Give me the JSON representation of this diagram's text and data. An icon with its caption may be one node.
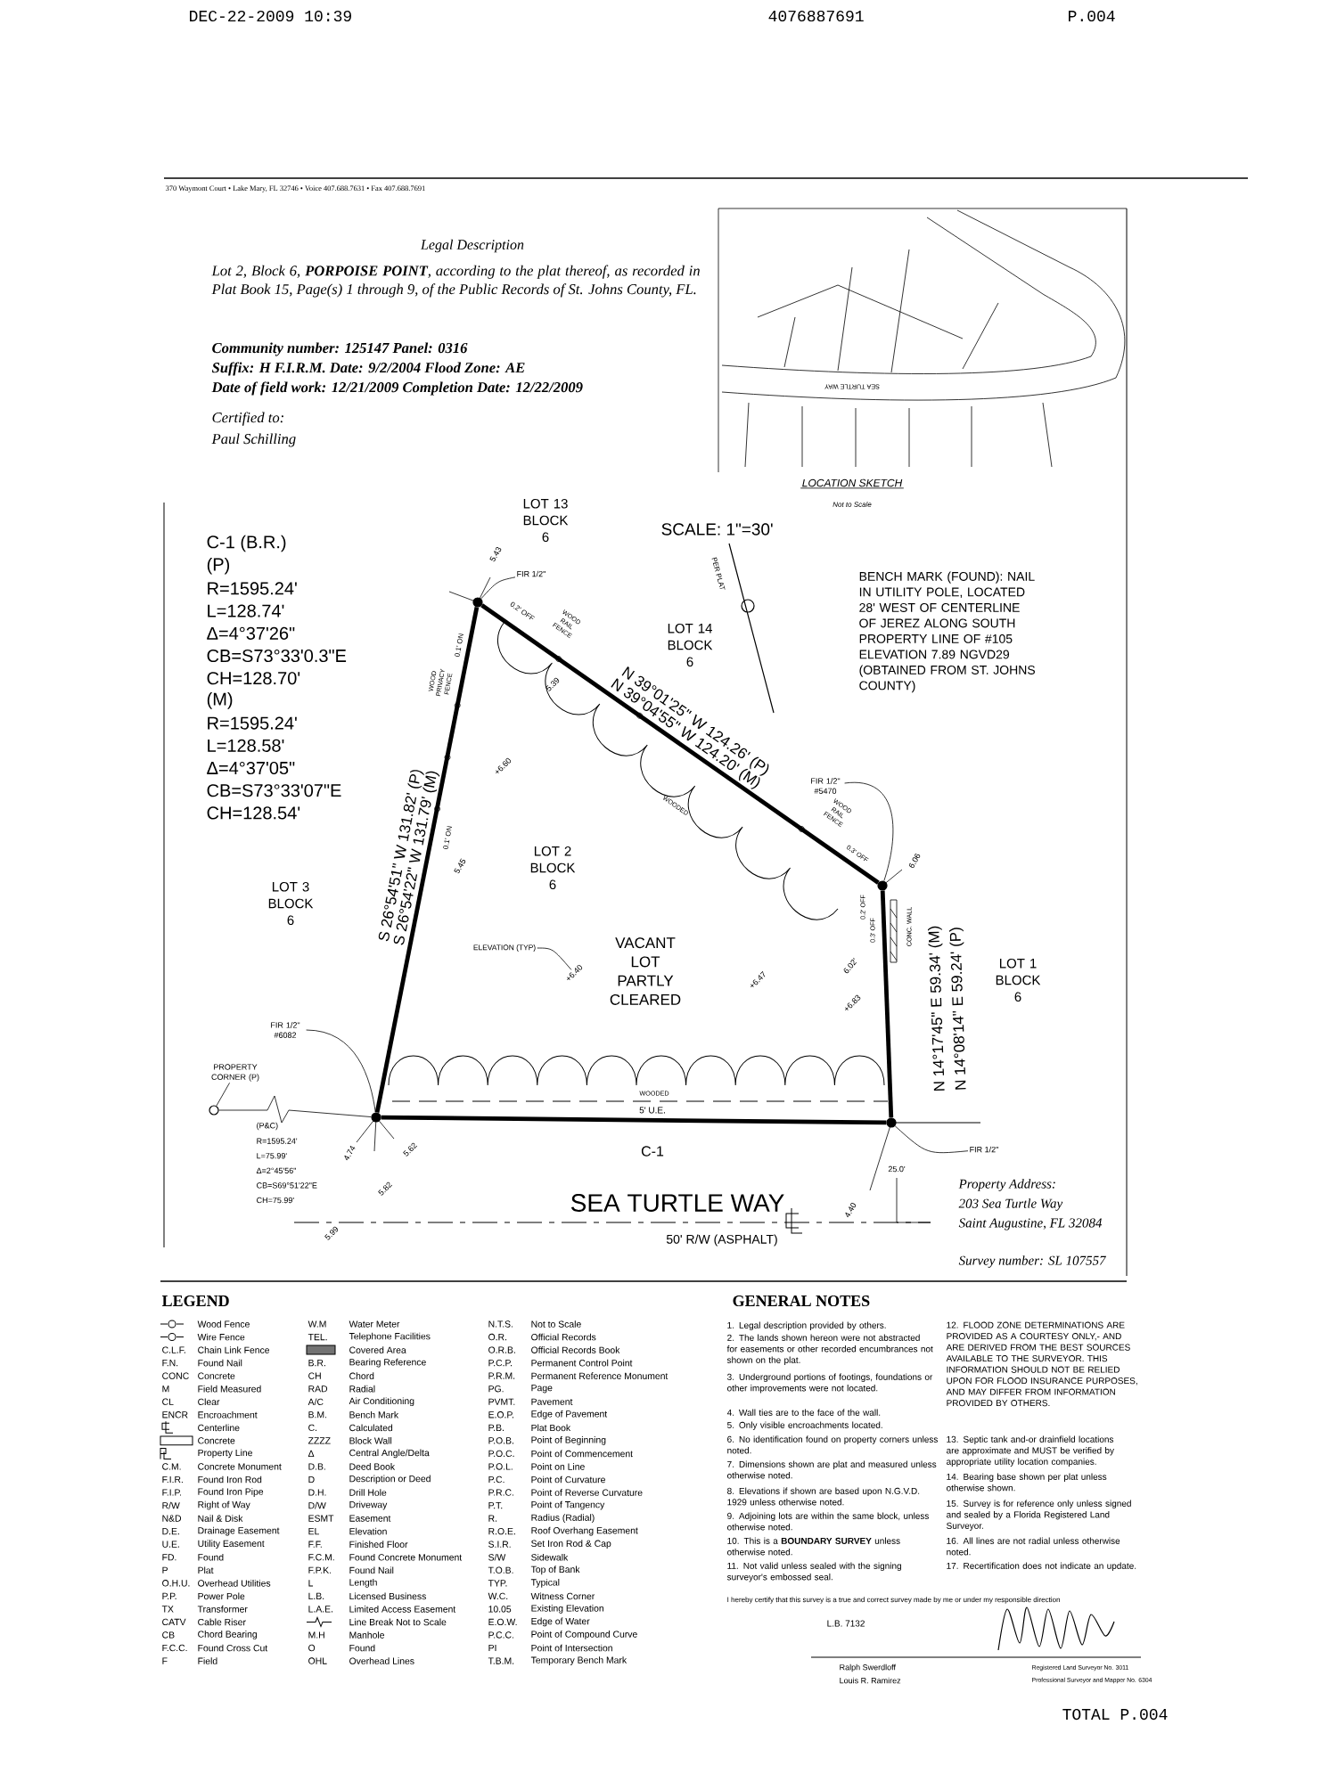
{
  "diagram": {
    "nodes": [
      {
        "text": [],
        "shape": "circle"
      },
      {
        "text": [],
        "shape": "circle"
      },
      {
        "text": [],
        "shape": "circle"
      },
      {
        "text": [],
        "shape": "circle"
      },
      {
        "text": [],
        "shape": "circle"
      },
      {
        "text": [
          "FIR 1/2\""
        ]
      },
      {
        "text": [
          "FIR 1/2\" #5470"
        ]
      },
      {
        "text": [
          "FIR 1/2\""
        ]
      },
      {
        "text": [
          "FIR 1/2\" #6082"
        ]
      },
      {
        "text": [
          "PROPERTY CORNER (P)"
        ]
      },
      {
        "text": [
          "ELEVATION (TYP)"
        ]
      },
      {
        "text": [
          "+6.40"
        ]
      }
    ],
    "edges": [
      {
        "from": 0,
        "to": 1,
        "arrow": "none",
        "style": "thick"
      },
      {
        "from": 1,
        "to": 2,
        "arrow": "none",
        "style": "thick"
      },
      {
        "from": 2,
        "to": 3,
        "arrow": "none",
        "style": "thick"
      },
      {
        "from": 3,
        "to": 0,
        "arrow": "none",
        "style": "thick"
      },
      {
        "from": 4,
        "to": 3,
        "arrow": "none"
      },
      {
        "from": 5,
        "to": 0,
        "arrow": "none"
      },
      {
        "from": 6,
        "to": 1,
        "arrow": "none"
      },
      {
        "from": 7,
        "to": 2,
        "arrow": "none"
      },
      {
        "from": 8,
        "to": 3,
        "arrow": "none"
      },
      {
        "from": 9,
        "to": 4,
        "arrow": "none"
      },
      {
        "from": 10,
        "to": 11,
        "arrow": "none"
      }
    ],
    "labels": [
      "DEC-22-2009 10:39",
      "4076887691",
      "P.004",
      "370 Waymont Court • Lake Mary, FL 32746 • Voice 407.688.7631 • Fax 407.688.7691",
      "Legal Description",
      "Lot 2, Block 6, **PORPOISE POINT**, according to the plat thereof, as recorded in Plat Book 15, Page(s) 1 through 9, of the Public Records of St. Johns County, FL.",
      "Community number: 125147 Panel: 0316",
      "Suffix: H F.I.R.M. Date: 9/2/2004 Flood Zone: AE",
      "Date of field work: 12/21/2009 Completion Date: 12/22/2009",
      "Certified to:",
      "Paul Schilling",
      "SEA TURTLE WAY",
      "LOCATION SKETCH",
      "Not to Scale",
      "C-1 (B.R.)",
      "(P)",
      "R=1595.24'",
      "L=128.74'",
      "Δ=4°37'26\"",
      "CB=S73°33'0.3\"E",
      "CH=128.70'",
      "(M)",
      "R=1595.24'",
      "L=128.58'",
      "Δ=4°37'05\"",
      "CB=S73°33'07\"E",
      "CH=128.54'",
      "LOT 13 BLOCK 6",
      "SCALE: 1\"=30'",
      "PER PLAT",
      "LOT 14 BLOCK 6",
      "BENCH MARK (FOUND): NAIL IN UTILITY POLE, LOCATED 28' WEST OF CENTERLINE OF JEREZ ALONG SOUTH PROPERTY LINE OF #105 ELEVATION 7.89 NGVD29 (OBTAINED FROM ST. JOHNS COUNTY)",
      "5.43",
      "0.1' ON",
      "0.2' OFF",
      "WOOD RAIL FENCE",
      "WOOD PRIVACY FENCE",
      "5.39",
      "N 39°01'25\" W 124.26' (P)",
      "N 39°04'55\" W 124.20' (M)",
      "WOODED",
      "+6.60",
      "S 26°54'51\" W 131.82' (P)",
      "S 26°54'22\" W 131.79' (M)",
      "0.1' ON",
      "5.45",
      "LOT 2 BLOCK 6",
      "LOT 3 BLOCK 6",
      "VACANT LOT PARTLY CLEARED",
      "+6.47",
      "WOOD RAIL FENCE",
      "0.3' OFF",
      "6.06",
      "0.2' OFF",
      "0.3' OFF",
      "CONC. WALL",
      "6.02'",
      "+6.83",
      "N 14°17'45\" E 59.34' (M)",
      "N 14°08'14\" E 59.24' (P)",
      "LOT 1 BLOCK 6",
      "WOODED",
      "5' U.E.",
      "C-1",
      "(P&C)",
      "R=1595.24'",
      "L=75.99'",
      "Δ=2°45'56\"",
      "CB=S69°51'22\"E",
      "CH=75.99'",
      "4.74",
      "5.62",
      "5.82",
      "5.99",
      "SEA TURTLE WAY",
      "50' R/W (ASPHALT)",
      "25.0'",
      "4.40",
      "Property Address:",
      "203 Sea Turtle Way",
      "Saint Augustine, FL 32084",
      "Survey number: SL 107557",
      "LEGEND",
      "W.M",
      "Water Meter",
      "N.T.S.",
      "Not to Scale",
      "TEL.",
      "Telephone Facilities",
      "O.R.",
      "Official Records",
      "C.L.F.",
      "Chain Link Fence",
      "O.R.B.",
      "Official Records Book",
      "F.N.",
      "Found Nail",
      "B.R.",
      "Bearing Reference",
      "P.C.P.",
      "Permanent Control Point",
      "CONC",
      "Concrete",
      "CH",
      "Chord",
      "P.R.M.",
      "Permanent Reference Monument",
      "M",
      "Field Measured",
      "RAD",
      "Radial",
      "PG.",
      "Page",
      "CL",
      "Clear",
      "A/C",
      "Air Conditioning",
      "PVMT.",
      "Pavement",
      "ENCR",
      "Encroachment",
      "B.M.",
      "Bench Mark",
      "E.O.P.",
      "Edge of Pavement",
      "C.",
      "Calculated",
      "P.B.",
      "Plat Book",
      "ZZZZ",
      "Block Wall",
      "P.O.B.",
      "Point of Beginning",
      "Δ",
      "Central Angle/Delta",
      "P.O.C.",
      "Point of Commencement",
      "C.M.",
      "Concrete Monument",
      "D.B.",
      "Deed Book",
      "P.O.L.",
      "Point on Line",
      "F.I.R.",
      "Found Iron Rod",
      "D",
      "Description or Deed",
      "P.C.",
      "Point of Curvature",
      "F.I.P.",
      "Found Iron Pipe",
      "D.H.",
      "Drill Hole",
      "P.R.C.",
      "Point of Reverse Curvature",
      "R/W",
      "Right of Way",
      "D/W",
      "Driveway",
      "P.T.",
      "Point of Tangency",
      "N&D",
      "Nail & Disk",
      "ESMT",
      "Easement",
      "R.",
      "Radius (Radial)",
      "D.E.",
      "Drainage Easement",
      "EL",
      "Elevation",
      "R.O.E.",
      "Roof Overhang Easement",
      "U.E.",
      "Utility Easement",
      "F.F.",
      "Finished Floor",
      "S.I.R.",
      "Set Iron Rod & Cap",
      "FD.",
      "Found",
      "F.C.M.",
      "Found Concrete Monument",
      "S/W",
      "Sidewalk",
      "P",
      "Plat",
      "F.P.K.",
      "Found Nail",
      "T.O.B.",
      "Top of Bank",
      "O.H.U.",
      "Overhead Utilities",
      "L",
      "Length",
      "TYP.",
      "Typical",
      "P.P.",
      "Power Pole",
      "L.B.",
      "Licensed Business",
      "W.C.",
      "Witness Corner",
      "TX",
      "Transformer",
      "L.A.E.",
      "Limited Access Easement",
      "10.05",
      "Existing Elevation",
      "CATV",
      "Cable Riser",
      "E.O.W.",
      "Edge of Water",
      "CB",
      "Chord Bearing",
      "M.H",
      "Manhole",
      "P.C.C.",
      "Point of Compound Curve",
      "F.C.C.",
      "Found Cross Cut",
      "O",
      "Found",
      "PI",
      "Point of Intersection",
      "F",
      "Field",
      "OHL",
      "Overhead Lines",
      "T.B.M.",
      "Temporary Bench Mark",
      "GENERAL NOTES",
      "1. Legal description provided by others.",
      "2. The lands shown hereon were not abstracted for easements or other recorded encumbrances not shown on the plat.",
      "3. Underground portions of footings, foundations or other improvements were not located.",
      "4. Wall ties are to the face of the wall.",
      "5. Only visible encroachments located.",
      "6. No identification found on property corners unless noted.",
      "7. Dimensions shown are plat and measured unless otherwise noted.",
      "8. Elevations if shown are based upon N.G.V.D. 1929 unless otherwise noted.",
      "9. Adjoining lots are within the same block, unless otherwise noted.",
      "10. This is a **BOUNDARY SURVEY** unless otherwise noted.",
      "11. Not valid unless sealed with the signing surveyor's embossed seal.",
      "12. FLOOD ZONE DETERMINATIONS ARE PROVIDED AS A COURTESY ONLY,- AND ARE DERIVED FROM THE BEST SOURCES AVAILABLE TO THE SURVEYOR. THIS INFORMATION SHOULD NOT BE RELIED UPON FOR FLOOD INSURANCE PURPOSES, AND MAY DIFFER FROM INFORMATION PROVIDED BY OTHERS.",
      "13. Septic tank and-or drainfield locations are approximate and MUST be verified by appropriate utility location companies.",
      "14. Bearing base shown per plat unless otherwise shown.",
      "15. Survey is for reference only unless signed and sealed by a Florida Registered Land Surveyor.",
      "16. All lines are not radial unless otherwise noted.",
      "17. Recertification does not indicate an update.",
      "I hereby certify that this survey is a true and correct survey made by me or under my responsible direction",
      "L.B. 7132",
      "Ralph Swerdloff",
      "Louis R. Ramirez",
      "Registered Land Surveyor No. 3011",
      "Professional Surveyor and Mapper No. 6304",
      "TOTAL P.004"
    ],
    "legend": [
      {
        "text": "Wood Fence"
      },
      {
        "text": "Wire Fence"
      },
      {
        "text": "Covered Area"
      },
      {
        "text": "Centerline"
      },
      {
        "text": "Concrete"
      },
      {
        "text": "Property Line"
      },
      {
        "text": "Line Break Not to Scale"
      }
    ]
  }
}
